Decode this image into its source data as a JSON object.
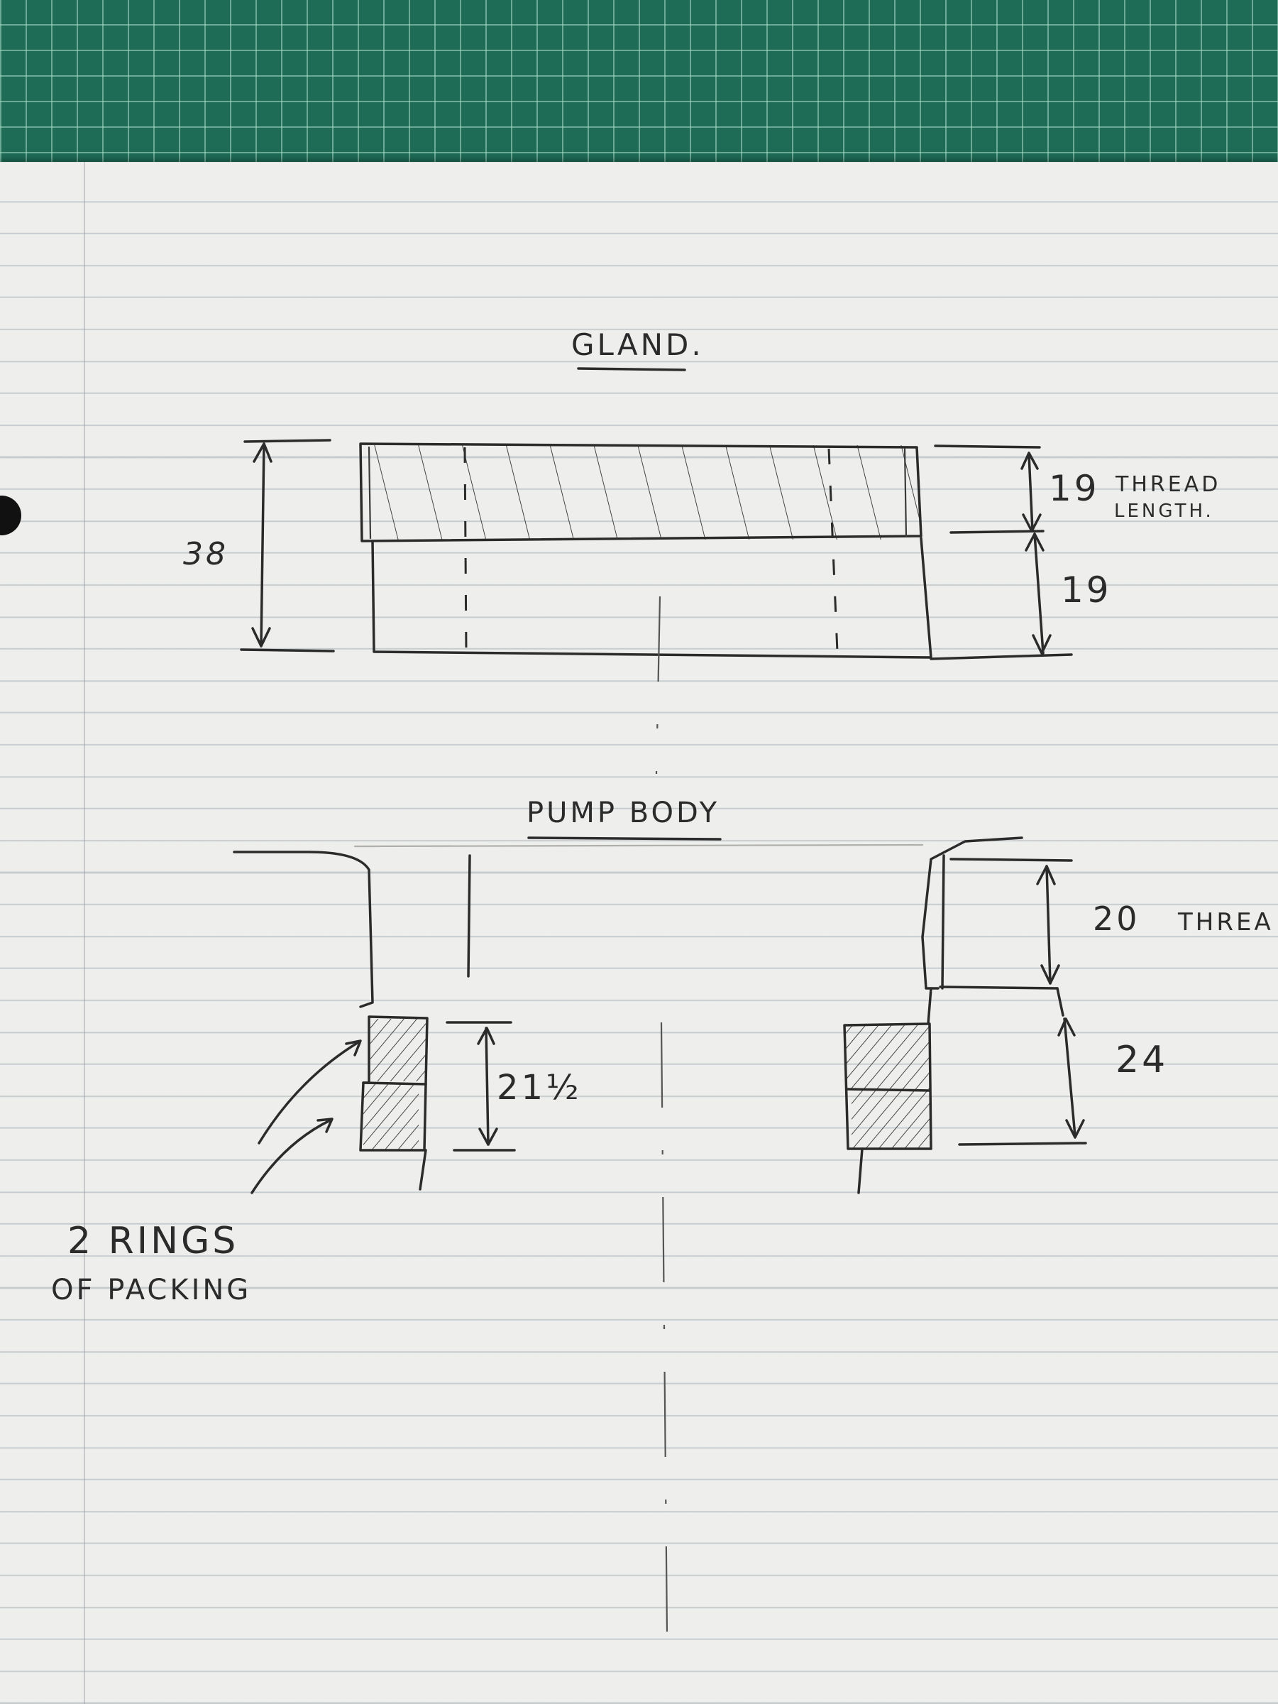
{
  "gland": {
    "title": "GLAND.",
    "dim_total": "38",
    "dim_thread": "19",
    "thread_note_line1": "THREAD",
    "thread_note_line2": "LENGTH.",
    "dim_lower": "19"
  },
  "pump_body": {
    "title": "PUMP BODY",
    "dim_thread": "20",
    "thread_note": "THREA",
    "dim_bore": "24",
    "dim_packing": "21½"
  },
  "packing_note": {
    "line1": "2 RINGS",
    "line2": "OF PACKING"
  }
}
